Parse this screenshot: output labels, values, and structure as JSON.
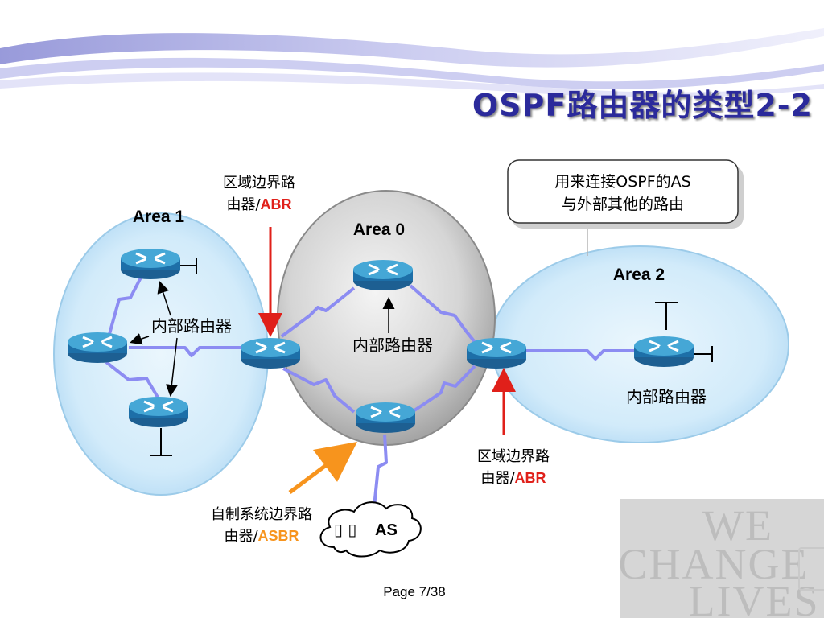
{
  "title": "OSPF路由器的类型2-2",
  "page_label": "Page 7/38",
  "watermark": {
    "line1": "WE",
    "line2": "CHANGE",
    "line3": "LIVES"
  },
  "areas": {
    "area1": "Area 1",
    "area0": "Area 0",
    "area2": "Area 2"
  },
  "callout": {
    "line1": "用来连接OSPF的AS",
    "line2": "与外部其他的路由"
  },
  "labels": {
    "abr_top_line1": "区域边界路",
    "abr_top_line2_prefix": "由器/",
    "abr_top_line2_accent": "ABR",
    "abr_bottom_line1": "区域边界路",
    "abr_bottom_line2_prefix": "由器/",
    "abr_bottom_line2_accent": "ABR",
    "asbr_line1": "自制系统边界路",
    "asbr_line2_prefix": "由器/",
    "asbr_line2_accent": "ASBR",
    "internal_area1": "内部路由器",
    "internal_area0": "内部路由器",
    "internal_area2": "内部路由器",
    "cloud": "AS"
  },
  "colors": {
    "title": "#2b2a9b",
    "accent_red": "#e0201a",
    "accent_orange": "#f7941d",
    "router_top": "#3e9fd0",
    "router_side": "#1d6fa8",
    "link": "#8c8cf2",
    "area_fill": "#cbe6f8",
    "area0_fill": "#bdbdbd"
  }
}
